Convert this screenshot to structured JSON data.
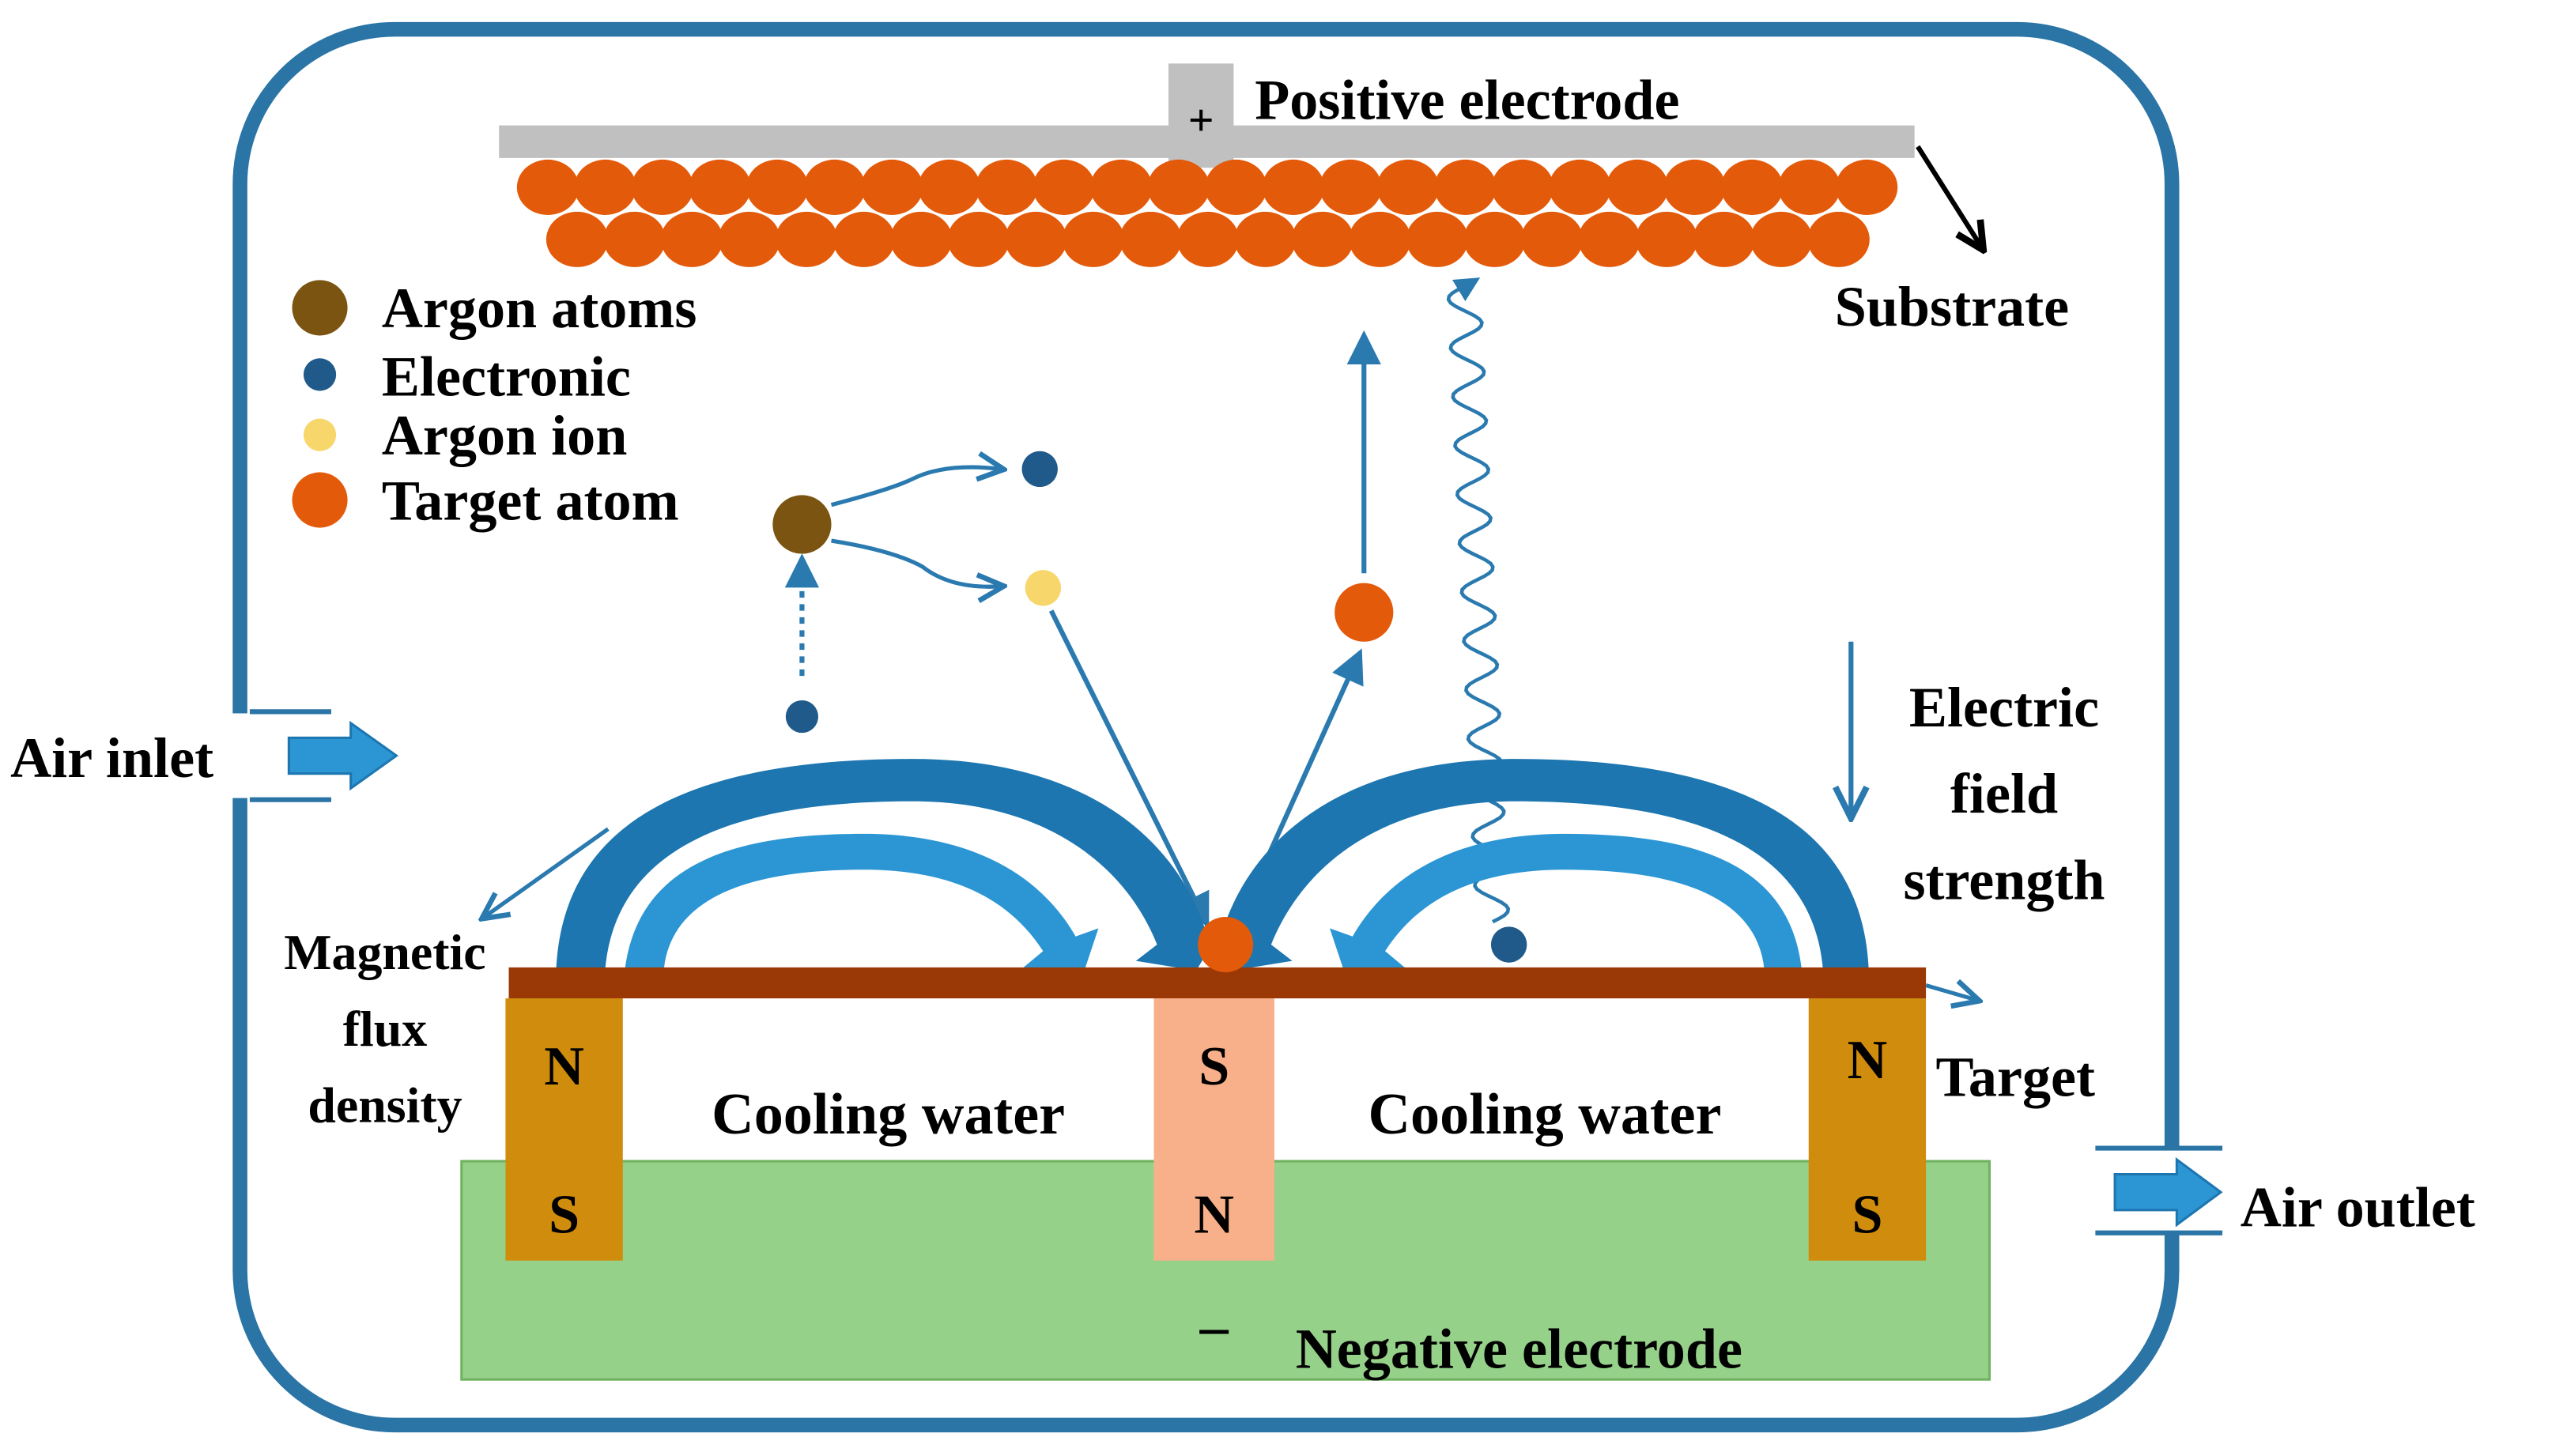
{
  "labels": {
    "positive_electrode": "Positive electrode",
    "plus_sign": "+",
    "substrate": "Substrate",
    "electric_field_strength_lines": [
      "Electric",
      "field",
      "strength"
    ],
    "air_inlet": "Air inlet",
    "air_outlet": "Air outlet",
    "magnetic_flux_density_lines": [
      "Magnetic",
      "flux",
      "density"
    ],
    "target": "Target",
    "cooling_water_left": "Cooling water",
    "cooling_water_right": "Cooling water",
    "minus_sign": "–",
    "negative_electrode": "Negative electrode"
  },
  "legend": [
    {
      "label": "Argon atoms",
      "color": "#7a5410",
      "marker": "circle-large"
    },
    {
      "label": "Electronic",
      "color": "#1f5a8a",
      "marker": "circle-small"
    },
    {
      "label": "Argon ion",
      "color": "#f7d76b",
      "marker": "circle-small"
    },
    {
      "label": "Target atom",
      "color": "#e35a0a",
      "marker": "circle-large"
    }
  ],
  "magnets": {
    "left": {
      "top": "N",
      "bottom": "S"
    },
    "center": {
      "top": "S",
      "bottom": "N"
    },
    "right": {
      "top": "N",
      "bottom": "S"
    }
  },
  "colors": {
    "chamber": "#2a74a6",
    "arrow_blue": "#2a7ab0",
    "flux_arrow_dark": "#1d76b0",
    "flux_arrow_light": "#2c96d4",
    "substrate_bar": "#c0c0c0",
    "target_atom": "#e35a0a",
    "target_plate": "#9a3806",
    "magnet_gold": "#d08c0c",
    "magnet_peach": "#f8b08a",
    "cathode_green": "#96d18a",
    "argon_atom": "#7a5410",
    "electron": "#1f5a8a",
    "argon_ion": "#f7d76b"
  }
}
